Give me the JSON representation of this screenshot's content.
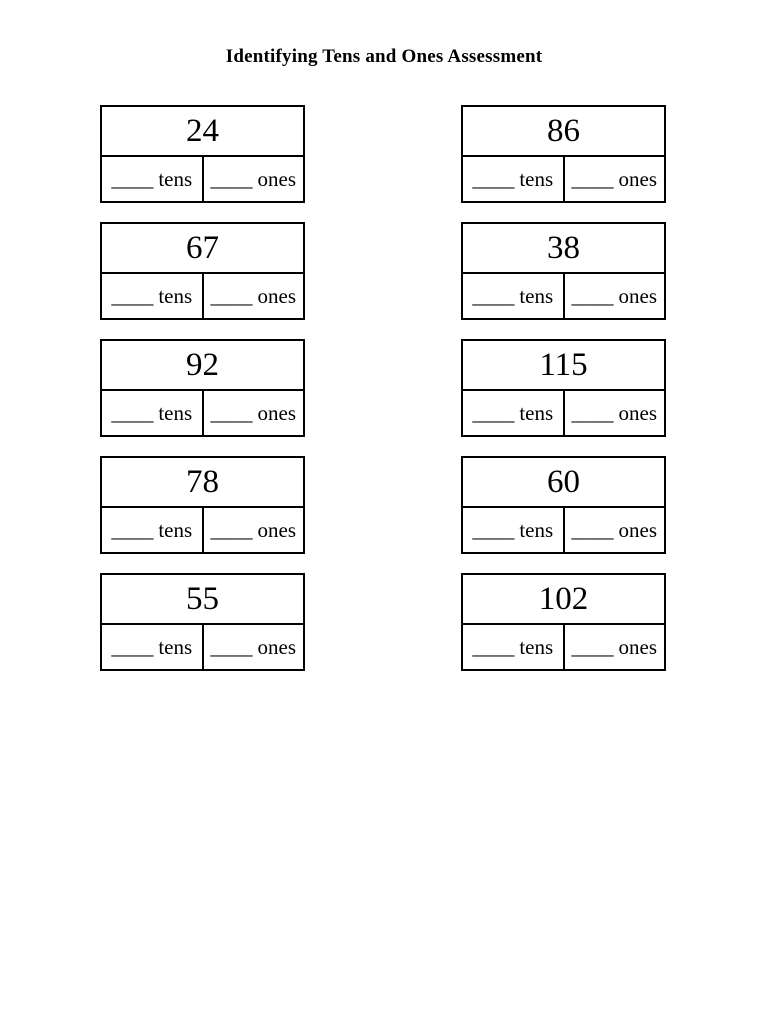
{
  "page": {
    "title": "Identifying Tens and Ones Assessment"
  },
  "labels": {
    "blank": "____",
    "tens": "tens",
    "ones": "ones"
  },
  "problems": [
    {
      "number": "24"
    },
    {
      "number": "86"
    },
    {
      "number": "67"
    },
    {
      "number": "38"
    },
    {
      "number": "92"
    },
    {
      "number": "115"
    },
    {
      "number": "78"
    },
    {
      "number": "60"
    },
    {
      "number": "55"
    },
    {
      "number": "102"
    }
  ],
  "colors": {
    "border": "#000000",
    "background": "#ffffff",
    "text": "#000000"
  }
}
